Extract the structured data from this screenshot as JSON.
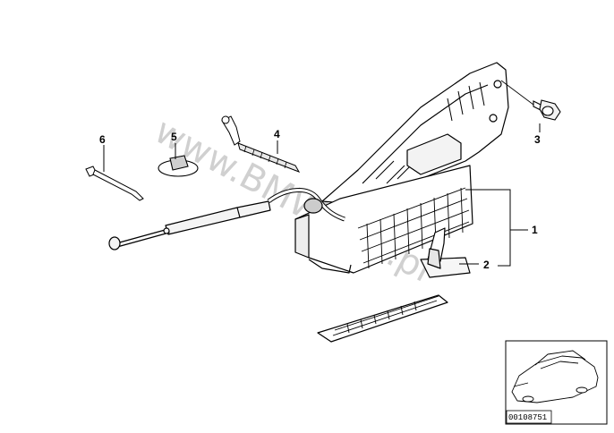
{
  "diagram": {
    "callouts": [
      {
        "id": "1",
        "label": "1"
      },
      {
        "id": "2",
        "label": "2"
      },
      {
        "id": "3",
        "label": "3"
      },
      {
        "id": "4",
        "label": "4"
      },
      {
        "id": "5",
        "label": "5"
      },
      {
        "id": "6",
        "label": "6"
      }
    ],
    "watermark": "www.BMWfans.pl",
    "inset": {
      "code": "00108751",
      "icon": "car-silhouette-icon"
    }
  }
}
